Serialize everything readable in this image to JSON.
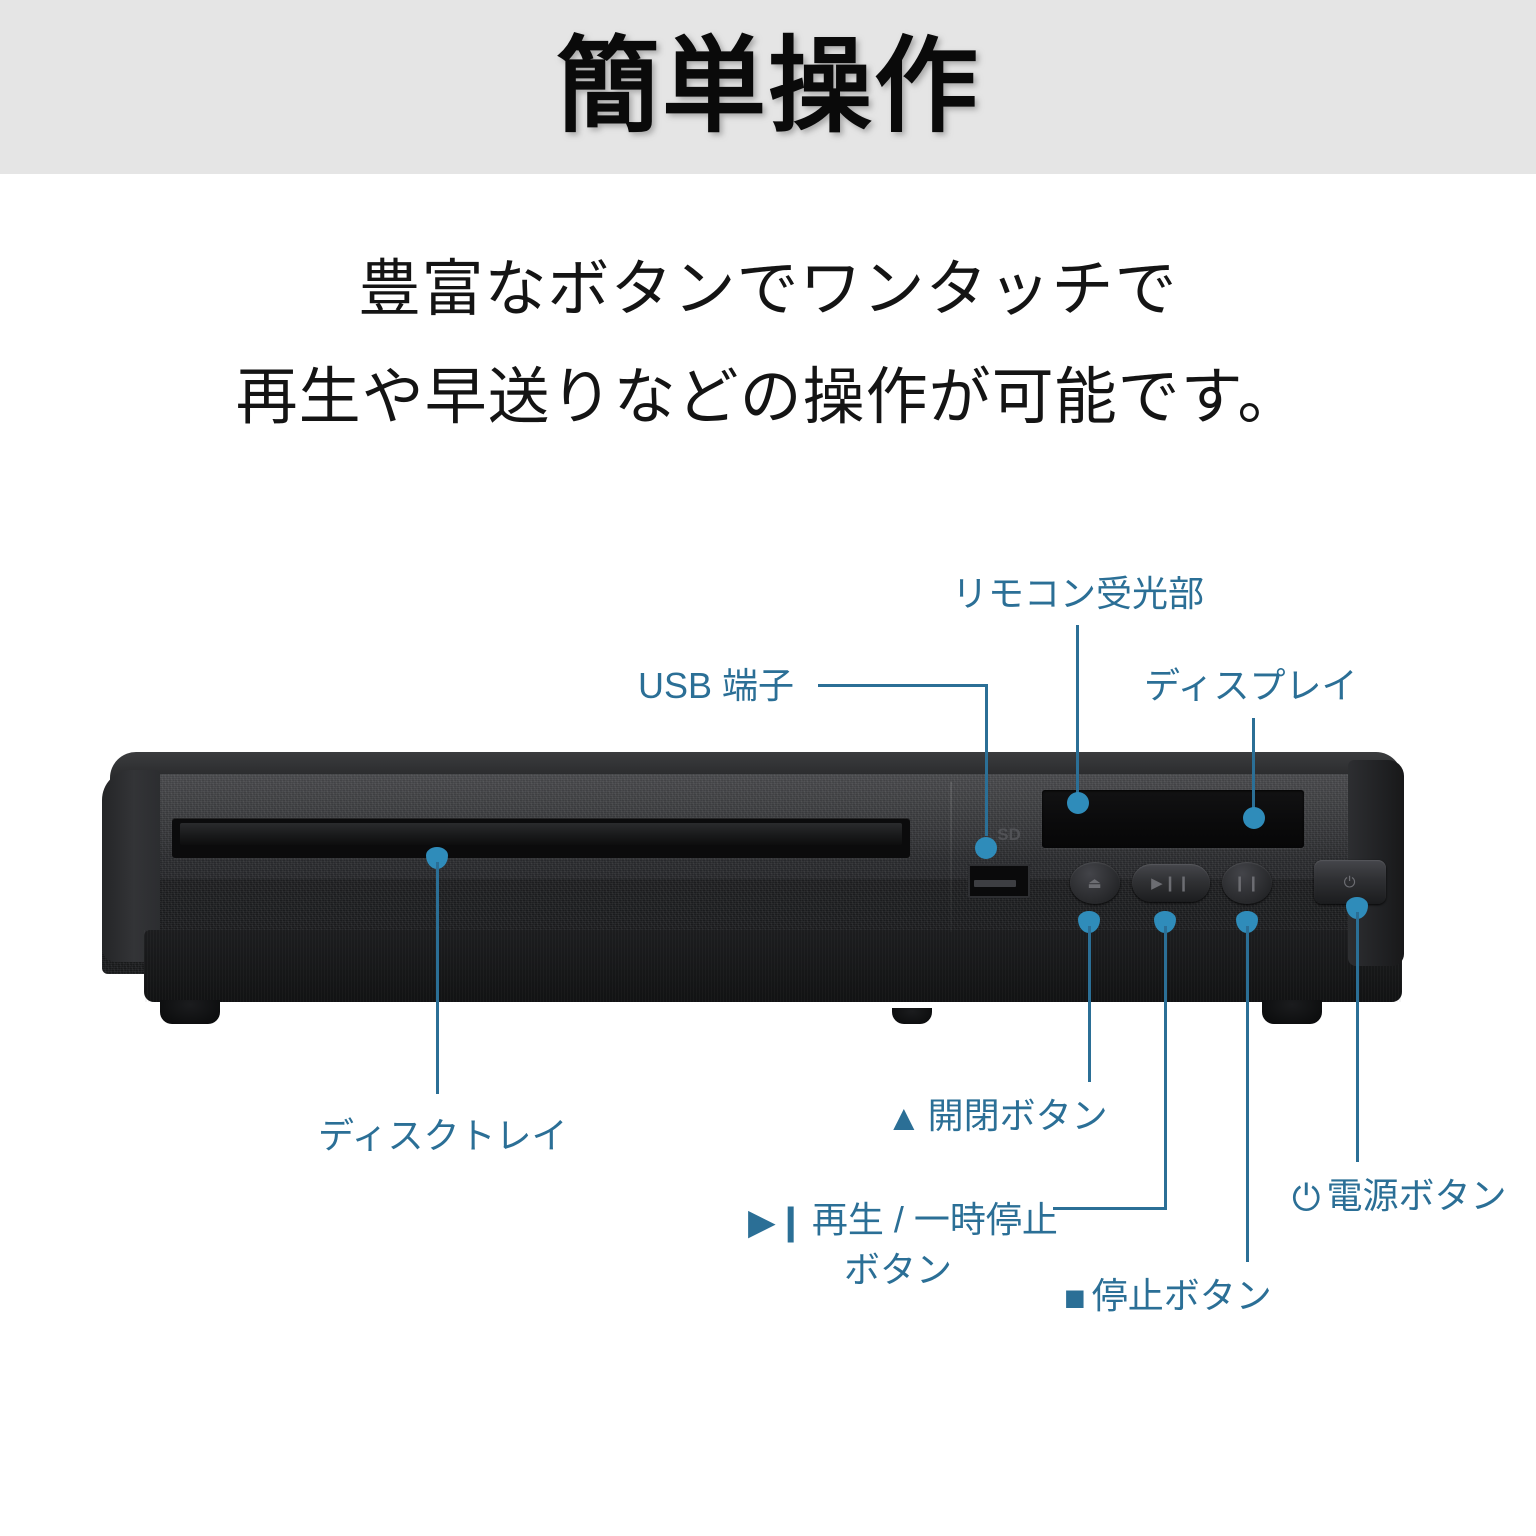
{
  "header": {
    "title": "簡単操作"
  },
  "subtitle": {
    "lines": [
      "豊富なボタンでワンタッチで",
      "再生や早送りなどの操作が可能です。"
    ]
  },
  "colors": {
    "header_background": "#e5e5e5",
    "page_background": "#ffffff",
    "title_text": "#0a0a0a",
    "subtitle_text": "#141414",
    "callout_text": "#2b6f96",
    "callout_line": "#2b6f96",
    "callout_dot": "#2f8cba",
    "device_body": "#2a2b2e"
  },
  "product": {
    "type": "dvd-player-front-panel",
    "parts": {
      "disc_tray": "disc-tray-slot",
      "usb_port": "usb-port",
      "display": "display-window",
      "sd_mark": "SD",
      "buttons": [
        {
          "id": "eject",
          "glyph": "⏏",
          "shape": "circle"
        },
        {
          "id": "play-pause",
          "glyph": "▶❙❙",
          "shape": "pill"
        },
        {
          "id": "stop",
          "glyph": "❙❙",
          "shape": "circle"
        },
        {
          "id": "power",
          "glyph": "⏻",
          "shape": "rounded-rect"
        }
      ]
    }
  },
  "callouts": [
    {
      "id": "remote-sensor",
      "text": "リモコン受光部",
      "glyph": "",
      "lines": []
    },
    {
      "id": "usb-terminal",
      "text": "USB 端子",
      "glyph": "",
      "lines": []
    },
    {
      "id": "display",
      "text": "ディスプレイ",
      "glyph": "",
      "lines": []
    },
    {
      "id": "disc-tray",
      "text": "ディスクトレイ",
      "glyph": "",
      "lines": []
    },
    {
      "id": "eject-button",
      "text": "開閉ボタン",
      "glyph": "▲",
      "lines": []
    },
    {
      "id": "play-pause-button",
      "text": "再生 / 一時停止",
      "glyph": "▶❙",
      "lines": [
        "再生 / 一時停止",
        "ボタン"
      ]
    },
    {
      "id": "stop-button",
      "text": "停止ボタン",
      "glyph": "■",
      "lines": []
    },
    {
      "id": "power-button",
      "text": "電源ボタン",
      "glyph": "⏻",
      "lines": []
    }
  ]
}
